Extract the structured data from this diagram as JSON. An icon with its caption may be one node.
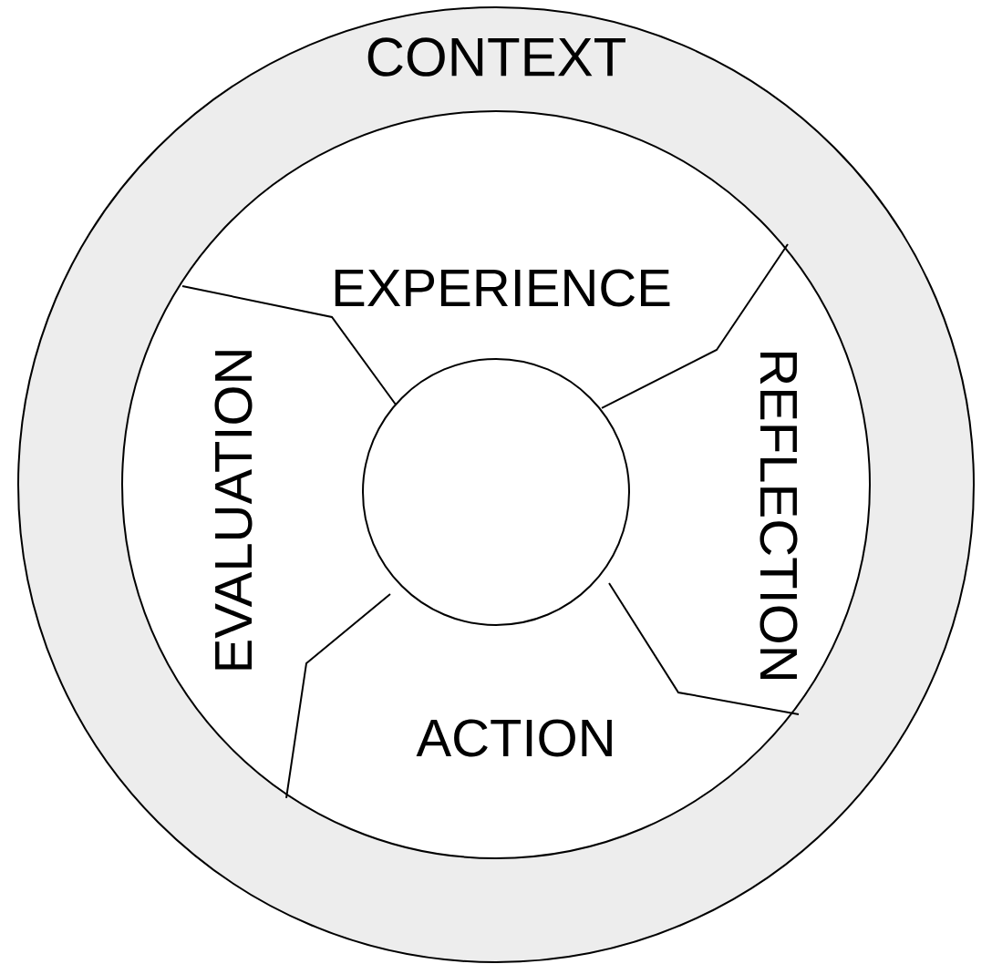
{
  "diagram": {
    "nodes": [
      {
        "text": [
          "CONTEXT"
        ]
      },
      {
        "text": [
          "EXPERIENCE"
        ],
        "in": 0
      },
      {
        "text": [
          "REFLECTION"
        ],
        "in": 0
      },
      {
        "text": [
          "ACTION"
        ],
        "in": 0
      },
      {
        "text": [
          "EVALUATION"
        ],
        "in": 0
      },
      {
        "text": [],
        "shape": "circle",
        "in": 0
      }
    ]
  }
}
